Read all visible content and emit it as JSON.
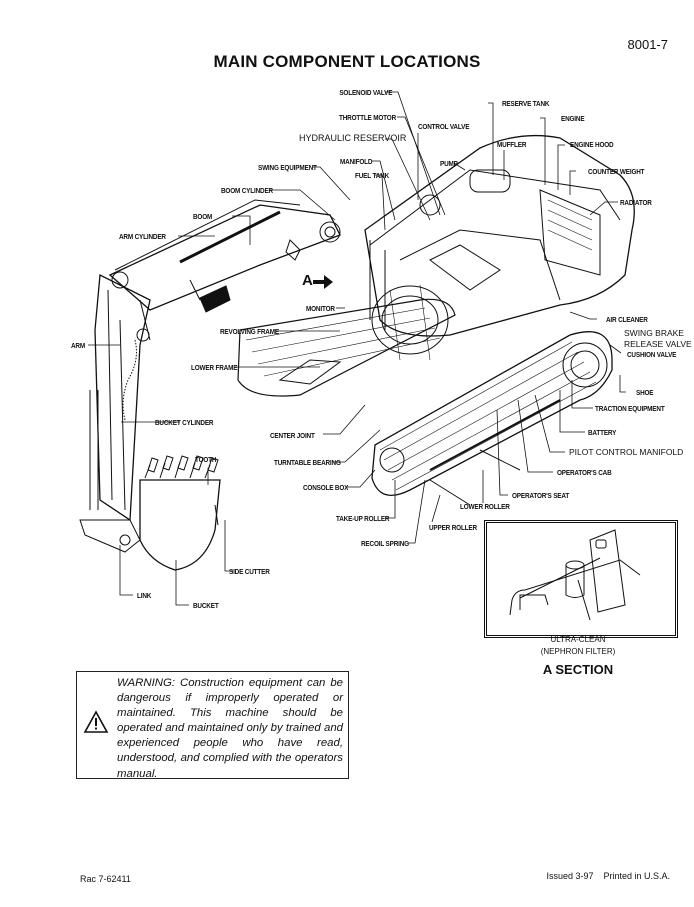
{
  "header": {
    "doc_number": "8001-7",
    "title": "MAIN COMPONENT LOCATIONS"
  },
  "diagram": {
    "subject": "hydraulic-excavator-cutaway",
    "section_marker": "A",
    "labels": {
      "solenoid_valve": "SOLENOID VALVE",
      "throttle_motor": "THROTTLE MOTOR",
      "hydraulic_reservoir": "HYDRAULIC RESERVOIR",
      "control_valve": "CONTROL VALVE",
      "reserve_tank": "RESERVE TANK",
      "engine": "ENGINE",
      "muffler": "MUFFLER",
      "engine_hood": "ENGINE HOOD",
      "pump": "PUMP",
      "counter_weight": "COUNTER WEIGHT",
      "manifold": "MANIFOLD",
      "fuel_tank": "FUEL TANK",
      "swing_equipment": "SWING EQUIPMENT",
      "radiator": "RADIATOR",
      "boom_cylinder": "BOOM CYLINDER",
      "boom": "BOOM",
      "arm_cylinder": "ARM CYLINDER",
      "monitor": "MONITOR",
      "revolving_frame": "REVOLVING FRAME",
      "air_cleaner": "AIR CLEANER",
      "swing_brake_release_valve_1": "SWING BRAKE",
      "swing_brake_release_valve_2": "RELEASE VALVE",
      "cushion_valve": "CUSHION VALVE",
      "arm": "ARM",
      "lower_frame": "LOWER FRAME",
      "shoe": "SHOE",
      "traction_equipment": "TRACTION EQUIPMENT",
      "bucket_cylinder": "BUCKET CYLINDER",
      "center_joint": "CENTER JOINT",
      "battery": "BATTERY",
      "pilot_control_manifold": "PILOT CONTROL MANIFOLD",
      "tooth": "TOOTH",
      "turntable_bearing": "TURNTABLE BEARING",
      "operators_cab": "OPERATOR'S CAB",
      "console_box": "CONSOLE BOX",
      "operators_seat": "OPERATOR'S SEAT",
      "lower_roller": "LOWER ROLLER",
      "take_up_roller": "TAKE-UP ROLLER",
      "upper_roller": "UPPER ROLLER",
      "recoil_spring": "RECOIL SPRING",
      "side_cutter": "SIDE CUTTER",
      "link": "LINK",
      "bucket": "BUCKET"
    }
  },
  "a_section": {
    "caption_line1": "ULTRA-CLEAN",
    "caption_line2": "(NEPHRON FILTER)",
    "title": "A SECTION"
  },
  "warning": {
    "icon": "warning-triangle-icon",
    "text": "WARNING: Construction equipment can be dangerous if improperly operated or maintained. This machine should be operated and maintained only by trained and experienced people who have read, understood, and complied with the operators manual."
  },
  "footer": {
    "left": "Rac 7-62411",
    "right": "Issued 3-97    Printed in U.S.A."
  }
}
